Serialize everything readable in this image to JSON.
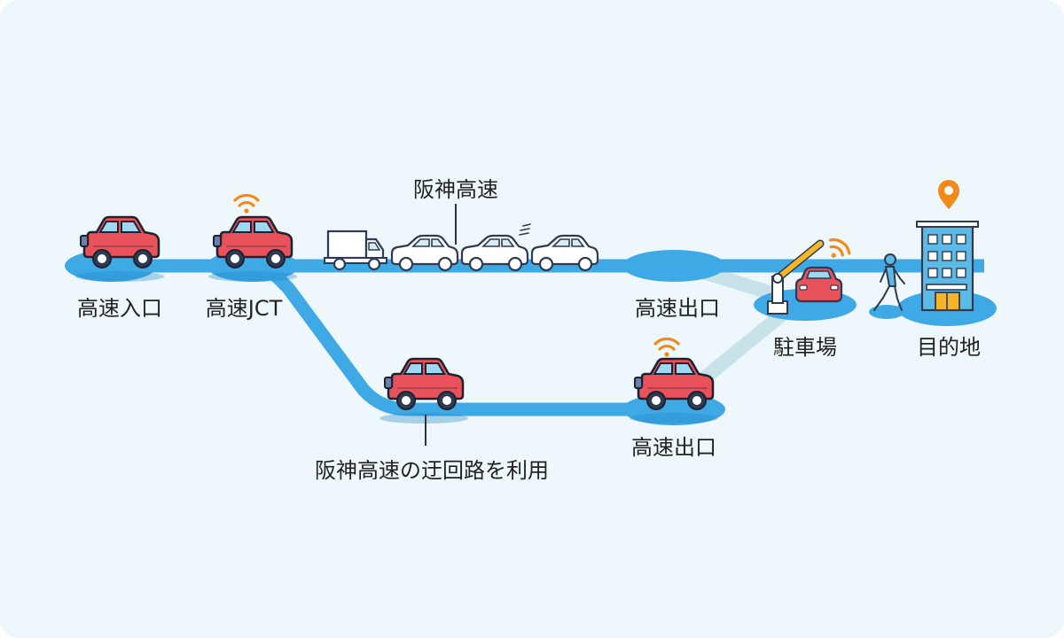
{
  "labels": {
    "expressway_entrance": "高速入口",
    "expressway_jct": "高速JCT",
    "hanshin_expressway": "阪神高速",
    "expressway_exit_upper": "高速出口",
    "parking": "駐車場",
    "destination": "目的地",
    "expressway_exit_lower": "高速出口",
    "detour_note": "阪神高速の迂回路を利用"
  },
  "colors": {
    "background": "#eef7fb",
    "road": "#3fa9e6",
    "walk_path": "#c8e2ea",
    "car_body": "#e9525b",
    "signal": "#f28a1a",
    "building": "#5cbbe6",
    "person": "#5cbbe6"
  },
  "icons": {
    "car": "car-icon",
    "signal": "wifi-signal-icon",
    "truck": "truck-icon",
    "sedan": "sedan-icon",
    "gate": "parking-gate-icon",
    "walker": "walking-person-icon",
    "building": "building-icon",
    "pin": "location-pin-icon"
  }
}
